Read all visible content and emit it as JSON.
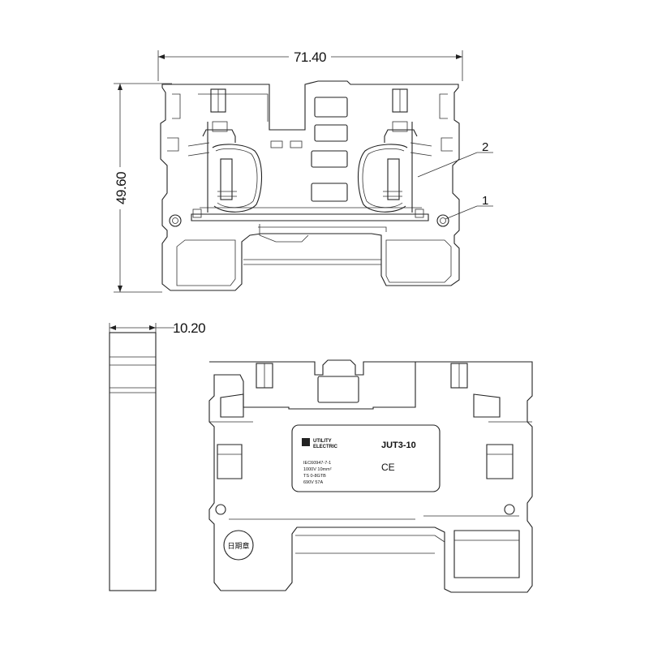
{
  "dimensions": {
    "width": "71.40",
    "height": "49.60",
    "thickness": "10.20"
  },
  "callouts": [
    "2",
    "1"
  ],
  "label_plate": {
    "brand_line1": "UTILITY",
    "brand_line2": "ELECTRIC",
    "model": "JUT3-10",
    "spec_lines": [
      "IEC60947-7-1",
      "1000V 10mm²",
      "TS 0-8GTB",
      "690V 57A"
    ],
    "mark": "CE"
  },
  "stamp": "日期章"
}
